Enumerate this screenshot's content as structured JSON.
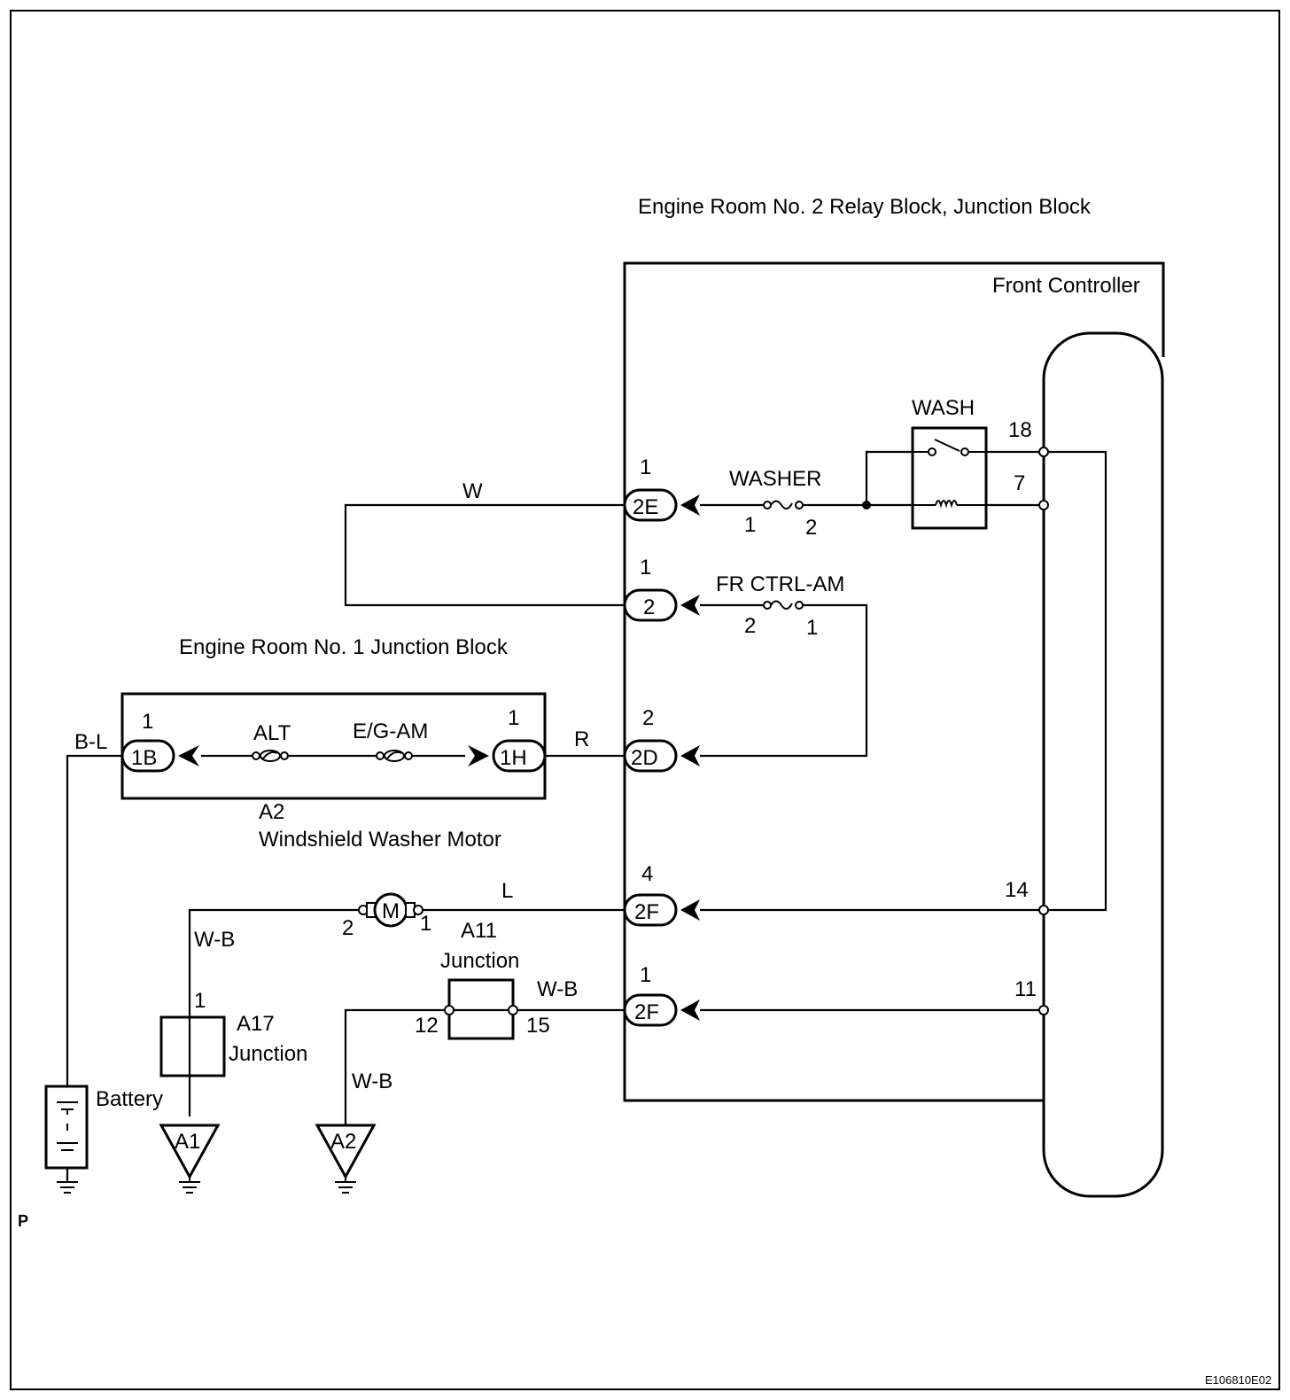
{
  "diagram": {
    "blocks": {
      "er2_title": "Engine Room No. 2 Relay Block, Junction Block",
      "front_controller": "Front Controller",
      "er1_title": "Engine Room No. 1 Junction Block"
    },
    "relay": {
      "name": "WASH",
      "pin_top": "18",
      "pin_bottom": "7"
    },
    "fuses": {
      "washer": {
        "name": "WASHER",
        "pin_left": "1",
        "pin_right": "2"
      },
      "fr_ctrl": {
        "name": "FR CTRL-AM",
        "pin_left": "2",
        "pin_right": "1"
      },
      "alt": {
        "name": "ALT"
      },
      "eg_am": {
        "name": "E/G-AM"
      }
    },
    "connectors": {
      "c2e": {
        "code": "2E",
        "pin": "1"
      },
      "c2": {
        "code": "2",
        "pin": "1"
      },
      "c2d": {
        "code": "2D",
        "pin": "2"
      },
      "c2f_a": {
        "code": "2F",
        "pin": "4"
      },
      "c2f_b": {
        "code": "2F",
        "pin": "1"
      },
      "c1b": {
        "code": "1B",
        "pin": "1"
      },
      "c1h": {
        "code": "1H",
        "pin": "1"
      }
    },
    "controller_pins": {
      "p14": "14",
      "p11": "11"
    },
    "wires": {
      "w": "W",
      "r": "R",
      "bl": "B-L",
      "l": "L",
      "wb1": "W-B",
      "wb2": "W-B",
      "wb3": "W-B"
    },
    "motor": {
      "id": "A2",
      "name": "Windshield Washer Motor",
      "symbol": "M",
      "pin_left": "2",
      "pin_right": "1"
    },
    "a11": {
      "id": "A11",
      "name": "Junction",
      "pin_left": "12",
      "pin_right": "15"
    },
    "a17": {
      "id": "A17",
      "name": "Junction",
      "pin": "1"
    },
    "battery": {
      "name": "Battery"
    },
    "grounds": {
      "g1": "A1",
      "g2": "A2"
    },
    "footer": {
      "page_marker": "P",
      "code": "E106810E02"
    }
  }
}
